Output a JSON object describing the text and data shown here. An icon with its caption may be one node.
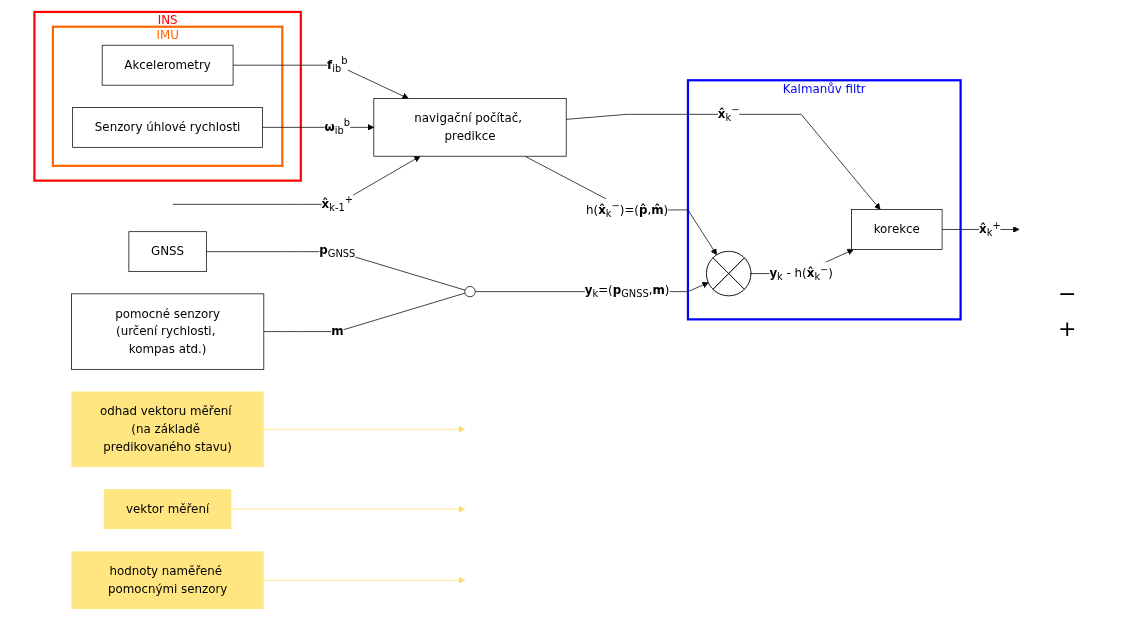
{
  "diagram": {
    "nodes": [
      {
        "text": [
          "Kalmanův filtr"
        ]
      },
      {
        "text": [
          "INS"
        ]
      },
      {
        "text": [
          "IMU"
        ],
        "in": 1
      },
      {
        "text": [
          "Akcelerometry"
        ],
        "in": 2
      },
      {
        "text": [
          "Senzory úhlové rychlosti"
        ],
        "in": 2
      },
      {
        "text": [
          "navigační počítač, predikce"
        ]
      },
      {
        "text": [
          "GNSS"
        ]
      },
      {
        "text": [
          "pomocné senzory",
          "(určení rychlosti, kompas atd.)"
        ]
      },
      {
        "text": [],
        "shape": "circle"
      },
      {
        "text": [],
        "shape": "circle",
        "in": 0
      },
      {
        "text": [
          "korekce"
        ],
        "in": 0
      },
      {
        "text": [
          "odhad vektoru měření (na základě predikovaného stavu)"
        ]
      },
      {
        "text": [
          "vektor měření"
        ]
      },
      {
        "text": [
          "hodnoty naměřené pomocnými senzory"
        ]
      }
    ],
    "edges": [
      {
        "from": 3,
        "to": 5,
        "arrow": "to",
        "label": "**f**$_{ib}$$^{b}$"
      },
      {
        "from": 4,
        "to": 5,
        "arrow": "to",
        "label": "**ω**$_{ib}$$^{b}$"
      },
      {
        "from": null,
        "to": 5,
        "arrow": "to",
        "label": "**x̂**$_{k-1}$$^{+}$"
      },
      {
        "from": 5,
        "to": 9,
        "arrow": "to",
        "label": "h(**x̂**$_{k}$$^{−}$)=(**p̂**,**m̂**)"
      },
      {
        "from": 5,
        "to": 10,
        "arrow": "to",
        "label": "**x̂**$_{k}$$^{−}$"
      },
      {
        "from": 6,
        "to": 8,
        "arrow": "none",
        "label": "**p**$_{GNSS}$"
      },
      {
        "from": 7,
        "to": 8,
        "arrow": "none",
        "label": "**m**"
      },
      {
        "from": 8,
        "to": 9,
        "arrow": "to",
        "label": "**y**$_{k}$=(**p**$_{GNSS}$,**m**)"
      },
      {
        "from": 9,
        "to": 10,
        "arrow": "to",
        "label": "**y**$_{k}$ - h(**x̂**$_{k}$$^{−}$)"
      },
      {
        "from": 10,
        "to": null,
        "arrow": "to",
        "label": "**x̂**$_{k}$$^{+}$"
      },
      {
        "from": 11,
        "to": null,
        "arrow": "to",
        "color": "#ffd966"
      },
      {
        "from": 12,
        "to": null,
        "arrow": "to",
        "color": "#ffd966"
      },
      {
        "from": 13,
        "to": null,
        "arrow": "to",
        "color": "#ffd966"
      }
    ],
    "labels": [
      "−",
      "+"
    ]
  }
}
